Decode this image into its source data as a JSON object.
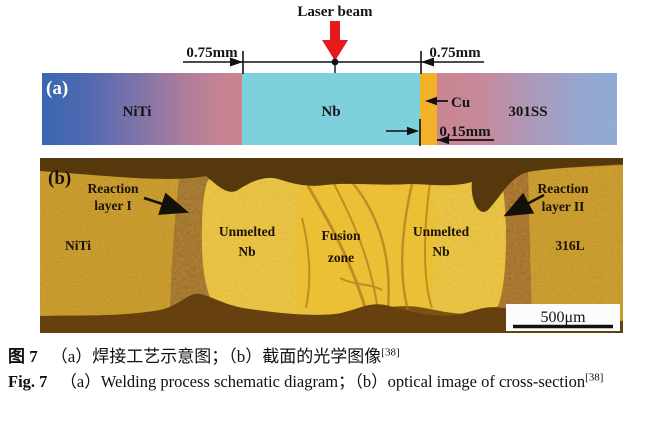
{
  "panel_a": {
    "panel_label": "(a)",
    "laser_beam_label": "Laser beam",
    "left_dim_label": "0.75mm",
    "right_dim_label": "0.75mm",
    "cu_thickness_label": "0.15mm",
    "niti_label": "NiTi",
    "nb_label": "Nb",
    "cu_label": "Cu",
    "steel_label": "301SS"
  },
  "panel_b": {
    "panel_label": "(b)",
    "reaction_layer_1": {
      "line1": "Reaction",
      "line2": "layer I"
    },
    "reaction_layer_2": {
      "line1": "Reaction",
      "line2": "layer II"
    },
    "niti_label": "NiTi",
    "unmelted_nb_left": {
      "line1": "Unmelted",
      "line2": "Nb"
    },
    "fusion_zone": {
      "line1": "Fusion",
      "line2": "zone"
    },
    "unmelted_nb_right": {
      "line1": "Unmelted",
      "line2": "Nb"
    },
    "steel_label": "316L",
    "scale_bar_label": "500μm"
  },
  "caption": {
    "zh_prefix": "图 7",
    "zh_body": "（a）焊接工艺示意图；（b）截面的光学图像",
    "zh_ref": "[38]",
    "en_prefix": "Fig. 7",
    "en_body": "（a）Welding process schematic diagram；（b）optical image of cross-section",
    "en_ref": "[38]"
  },
  "colors": {
    "laser_arrow_red": "#e8191c",
    "niti_blue": "#3a67b2",
    "interlayer_pink": "#cb8490",
    "nb_cyan": "#7ed0dc",
    "cu_orange": "#f2b127",
    "steel_blue": "#8fabd6",
    "micrograph_gold": "#e3ac25",
    "unmelted_nb_bright": "#f4cc3e",
    "reaction_layer_brown": "#96611b",
    "micrograph_dark_brown": "#55380c"
  }
}
